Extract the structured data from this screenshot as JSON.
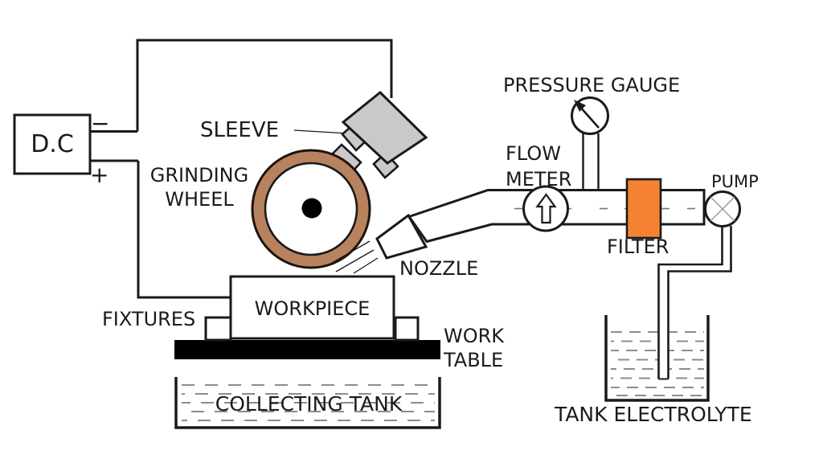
{
  "diagram": {
    "subject": "electrochemical-grinding-process-diagram",
    "labels": {
      "dc": "D.C",
      "minus": "−",
      "plus": "+",
      "sleeve": "SLEEVE",
      "grinding_1": "GRINDING",
      "grinding_2": "WHEEL",
      "pressure_gauge": "PRESSURE GAUGE",
      "flow_1": "FLOW",
      "flow_2": "METER",
      "pump": "PUMP",
      "filter": "FILTER",
      "nozzle": "NOZZLE",
      "workpiece": "WORKPIECE",
      "fixtures": "FIXTURES",
      "work_1": "WORK",
      "work_2": "TABLE",
      "collecting_tank": "COLLECTING TANK",
      "tank_electrolyte": "TANK ELECTROLYTE"
    },
    "colors": {
      "wheel_ring": "#b9825f",
      "filter_orange": "#f58232",
      "sleeve_gray": "#c9c9c9",
      "table_black": "#000000",
      "water_dash_gray": "#8c8c8c",
      "pump_x_gray": "#9b9b9b",
      "line_black": "#1a1a1a"
    }
  }
}
